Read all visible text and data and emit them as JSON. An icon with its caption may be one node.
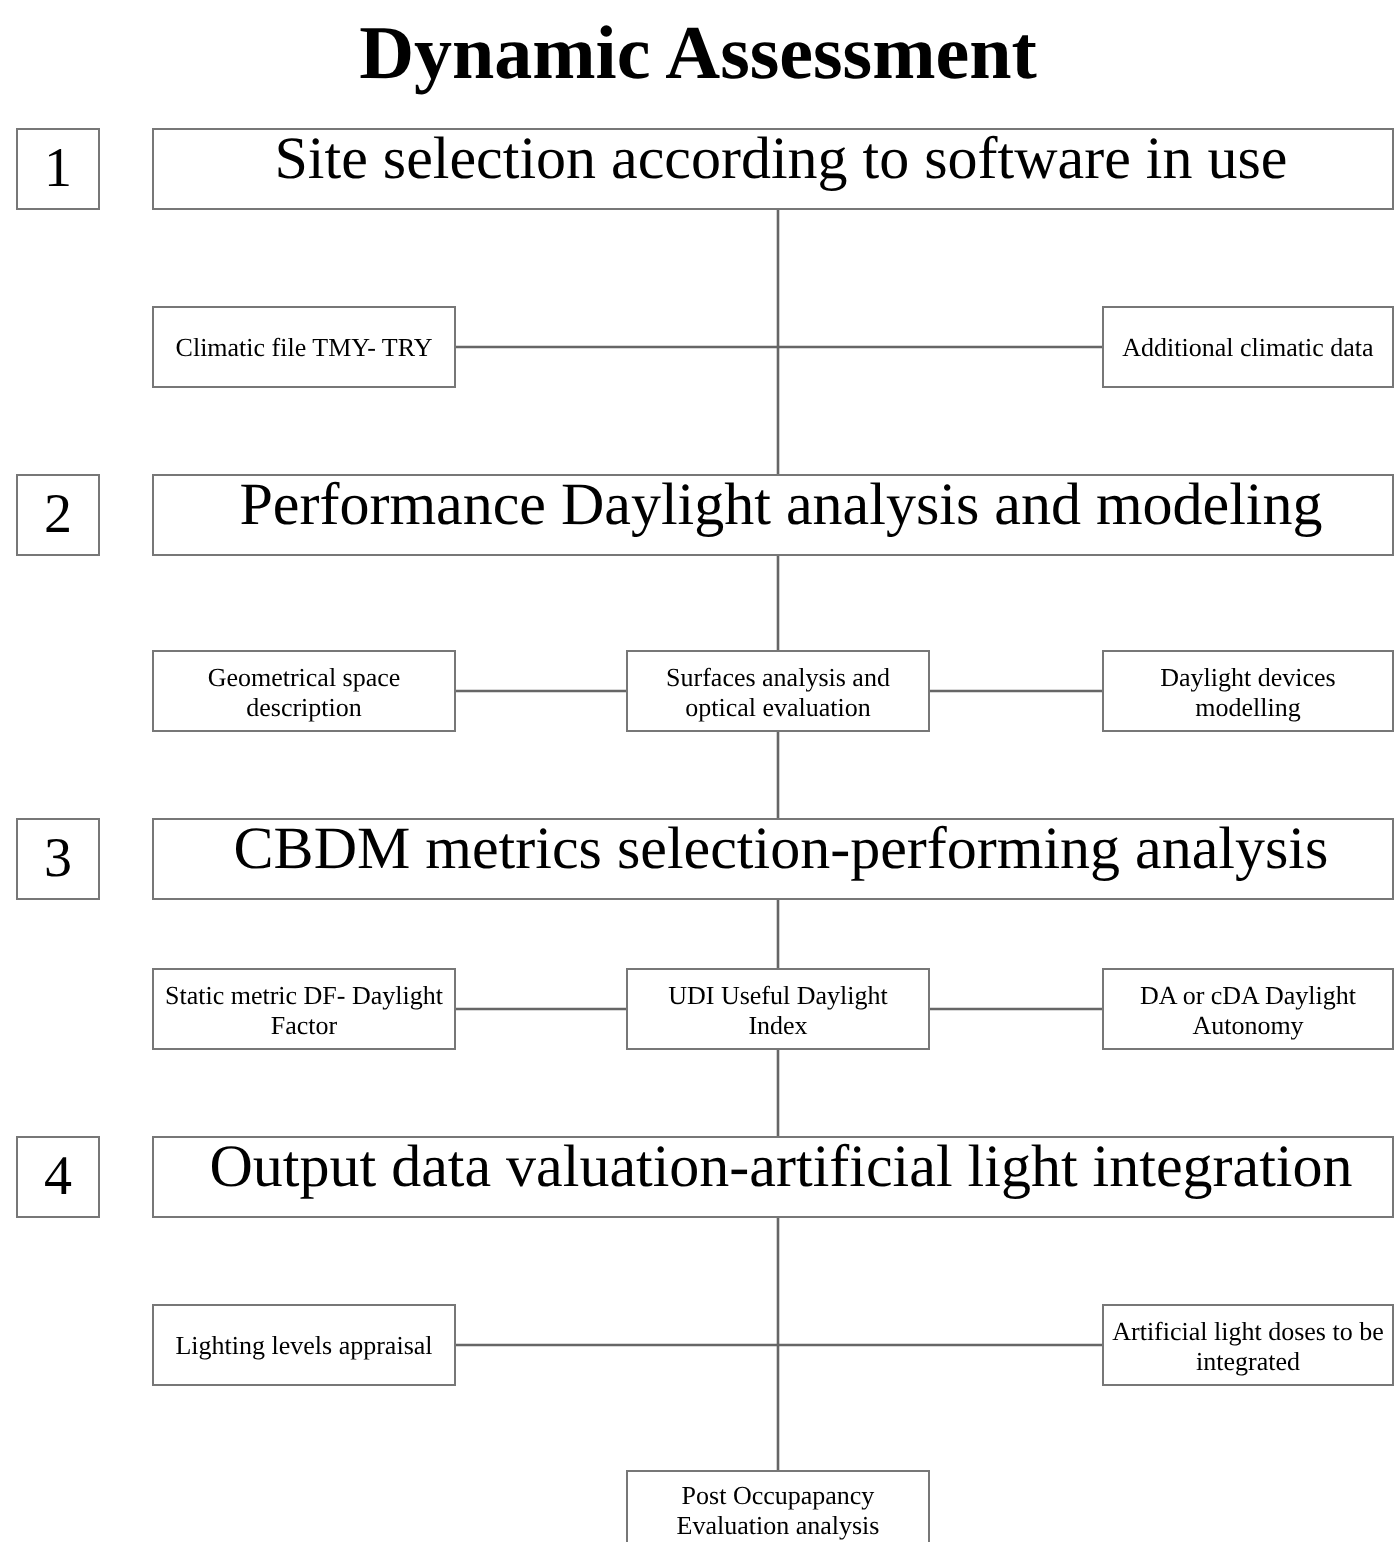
{
  "diagram": {
    "title": "Dynamic Assessment",
    "nodes": [
      {
        "text": [
          "1"
        ]
      },
      {
        "text": [
          "Site selection according to software in use"
        ]
      },
      {
        "text": [
          "Climatic file TMY- TRY"
        ]
      },
      {
        "text": [
          "Additional climatic data"
        ]
      },
      {
        "text": [
          "2"
        ]
      },
      {
        "text": [
          "Performance Daylight analysis and modeling"
        ]
      },
      {
        "text": [
          "Geometrical space description"
        ]
      },
      {
        "text": [
          "Surfaces analysis and optical evaluation"
        ]
      },
      {
        "text": [
          "Daylight devices modelling"
        ]
      },
      {
        "text": [
          "3"
        ]
      },
      {
        "text": [
          "CBDM metrics selection-performing analysis"
        ]
      },
      {
        "text": [
          "Static metric DF- Daylight Factor"
        ]
      },
      {
        "text": [
          "UDI Useful Daylight Index"
        ]
      },
      {
        "text": [
          "DA or cDA Daylight Autonomy"
        ]
      },
      {
        "text": [
          "4"
        ]
      },
      {
        "text": [
          "Output data valuation-artificial light integration"
        ]
      },
      {
        "text": [
          "Lighting levels appraisal"
        ]
      },
      {
        "text": [
          "Artificial light doses to be integrated"
        ]
      },
      {
        "text": [
          "Post Occupapancy Evaluation analysis"
        ]
      }
    ],
    "edges": [
      {
        "from": 1,
        "to": 5,
        "arrow": "none"
      },
      {
        "from": 2,
        "to": 3,
        "arrow": "none"
      },
      {
        "from": 5,
        "to": 7,
        "arrow": "none"
      },
      {
        "from": 6,
        "to": 7,
        "arrow": "none"
      },
      {
        "from": 7,
        "to": 8,
        "arrow": "none"
      },
      {
        "from": 7,
        "to": 10,
        "arrow": "none"
      },
      {
        "from": 10,
        "to": 12,
        "arrow": "none"
      },
      {
        "from": 11,
        "to": 12,
        "arrow": "none"
      },
      {
        "from": 12,
        "to": 13,
        "arrow": "none"
      },
      {
        "from": 12,
        "to": 15,
        "arrow": "none"
      },
      {
        "from": 15,
        "to": 18,
        "arrow": "none"
      },
      {
        "from": 16,
        "to": 17,
        "arrow": "none"
      }
    ]
  }
}
